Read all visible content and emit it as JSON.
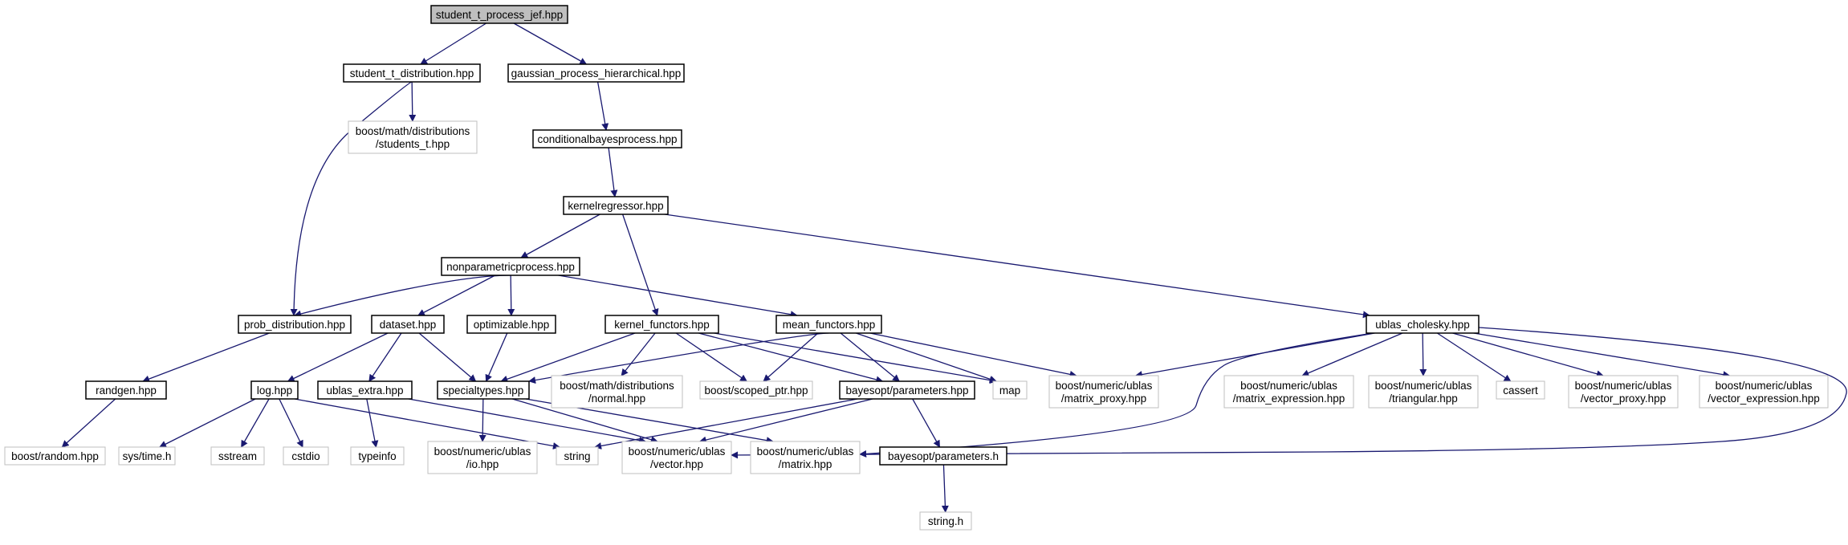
{
  "graph": {
    "nodes": [
      {
        "id": "n_root",
        "lines": [
          "student_t_process_jef.hpp"
        ],
        "kind": "root"
      },
      {
        "id": "n_stdist",
        "lines": [
          "student_t_distribution.hpp"
        ],
        "kind": "solid"
      },
      {
        "id": "n_gph",
        "lines": [
          "gaussian_process_hierarchical.hpp"
        ],
        "kind": "solid"
      },
      {
        "id": "n_bmstu",
        "lines": [
          "boost/math/distributions",
          "/students_t.hpp"
        ],
        "kind": "ext"
      },
      {
        "id": "n_cond",
        "lines": [
          "conditionalbayesprocess.hpp"
        ],
        "kind": "solid"
      },
      {
        "id": "n_kreg",
        "lines": [
          "kernelregressor.hpp"
        ],
        "kind": "solid"
      },
      {
        "id": "n_nonp",
        "lines": [
          "nonparametricprocess.hpp"
        ],
        "kind": "solid"
      },
      {
        "id": "n_prob",
        "lines": [
          "prob_distribution.hpp"
        ],
        "kind": "solid"
      },
      {
        "id": "n_dataset",
        "lines": [
          "dataset.hpp"
        ],
        "kind": "solid"
      },
      {
        "id": "n_optim",
        "lines": [
          "optimizable.hpp"
        ],
        "kind": "solid"
      },
      {
        "id": "n_kfun",
        "lines": [
          "kernel_functors.hpp"
        ],
        "kind": "solid"
      },
      {
        "id": "n_mfun",
        "lines": [
          "mean_functors.hpp"
        ],
        "kind": "solid"
      },
      {
        "id": "n_uchol",
        "lines": [
          "ublas_cholesky.hpp"
        ],
        "kind": "solid"
      },
      {
        "id": "n_randgen",
        "lines": [
          "randgen.hpp"
        ],
        "kind": "solid"
      },
      {
        "id": "n_log",
        "lines": [
          "log.hpp"
        ],
        "kind": "solid"
      },
      {
        "id": "n_uextra",
        "lines": [
          "ublas_extra.hpp"
        ],
        "kind": "solid"
      },
      {
        "id": "n_spec",
        "lines": [
          "specialtypes.hpp"
        ],
        "kind": "solid"
      },
      {
        "id": "n_bmnorm",
        "lines": [
          "boost/math/distributions",
          "/normal.hpp"
        ],
        "kind": "ext"
      },
      {
        "id": "n_bscoped",
        "lines": [
          "boost/scoped_ptr.hpp"
        ],
        "kind": "ext"
      },
      {
        "id": "n_bparams",
        "lines": [
          "bayesopt/parameters.hpp"
        ],
        "kind": "solid"
      },
      {
        "id": "n_map",
        "lines": [
          "map"
        ],
        "kind": "ext"
      },
      {
        "id": "n_bmatprox",
        "lines": [
          "boost/numeric/ublas",
          "/matrix_proxy.hpp"
        ],
        "kind": "ext"
      },
      {
        "id": "n_bmatexpr",
        "lines": [
          "boost/numeric/ublas",
          "/matrix_expression.hpp"
        ],
        "kind": "ext"
      },
      {
        "id": "n_btri",
        "lines": [
          "boost/numeric/ublas",
          "/triangular.hpp"
        ],
        "kind": "ext"
      },
      {
        "id": "n_cassert",
        "lines": [
          "cassert"
        ],
        "kind": "ext"
      },
      {
        "id": "n_bvecprox",
        "lines": [
          "boost/numeric/ublas",
          "/vector_proxy.hpp"
        ],
        "kind": "ext"
      },
      {
        "id": "n_bvecexpr",
        "lines": [
          "boost/numeric/ublas",
          "/vector_expression.hpp"
        ],
        "kind": "ext"
      },
      {
        "id": "n_brandom",
        "lines": [
          "boost/random.hpp"
        ],
        "kind": "ext"
      },
      {
        "id": "n_systime",
        "lines": [
          "sys/time.h"
        ],
        "kind": "ext"
      },
      {
        "id": "n_sstream",
        "lines": [
          "sstream"
        ],
        "kind": "ext"
      },
      {
        "id": "n_cstdio",
        "lines": [
          "cstdio"
        ],
        "kind": "ext"
      },
      {
        "id": "n_typeinfo",
        "lines": [
          "typeinfo"
        ],
        "kind": "ext"
      },
      {
        "id": "n_bio",
        "lines": [
          "boost/numeric/ublas",
          "/io.hpp"
        ],
        "kind": "ext"
      },
      {
        "id": "n_string",
        "lines": [
          "string"
        ],
        "kind": "ext"
      },
      {
        "id": "n_bvec",
        "lines": [
          "boost/numeric/ublas",
          "/vector.hpp"
        ],
        "kind": "ext"
      },
      {
        "id": "n_bmat",
        "lines": [
          "boost/numeric/ublas",
          "/matrix.hpp"
        ],
        "kind": "ext"
      },
      {
        "id": "n_bparamsh",
        "lines": [
          "bayesopt/parameters.h"
        ],
        "kind": "solid"
      },
      {
        "id": "n_stringh",
        "lines": [
          "string.h"
        ],
        "kind": "ext"
      }
    ],
    "edges": [
      [
        "n_root",
        "n_stdist"
      ],
      [
        "n_root",
        "n_gph"
      ],
      [
        "n_stdist",
        "n_bmstu"
      ],
      [
        "n_stdist",
        "n_prob"
      ],
      [
        "n_gph",
        "n_cond"
      ],
      [
        "n_cond",
        "n_kreg"
      ],
      [
        "n_kreg",
        "n_nonp"
      ],
      [
        "n_kreg",
        "n_kfun"
      ],
      [
        "n_kreg",
        "n_uchol"
      ],
      [
        "n_nonp",
        "n_prob"
      ],
      [
        "n_nonp",
        "n_dataset"
      ],
      [
        "n_nonp",
        "n_optim"
      ],
      [
        "n_nonp",
        "n_mfun"
      ],
      [
        "n_prob",
        "n_randgen"
      ],
      [
        "n_randgen",
        "n_brandom"
      ],
      [
        "n_dataset",
        "n_log"
      ],
      [
        "n_dataset",
        "n_uextra"
      ],
      [
        "n_dataset",
        "n_spec"
      ],
      [
        "n_optim",
        "n_spec"
      ],
      [
        "n_kfun",
        "n_spec"
      ],
      [
        "n_kfun",
        "n_bmnorm"
      ],
      [
        "n_kfun",
        "n_bscoped"
      ],
      [
        "n_kfun",
        "n_bparams"
      ],
      [
        "n_kfun",
        "n_map"
      ],
      [
        "n_mfun",
        "n_spec"
      ],
      [
        "n_mfun",
        "n_bscoped"
      ],
      [
        "n_mfun",
        "n_bparams"
      ],
      [
        "n_mfun",
        "n_map"
      ],
      [
        "n_mfun",
        "n_bmatprox"
      ],
      [
        "n_uchol",
        "n_bmatprox"
      ],
      [
        "n_uchol",
        "n_bmatexpr"
      ],
      [
        "n_uchol",
        "n_btri"
      ],
      [
        "n_uchol",
        "n_cassert"
      ],
      [
        "n_uchol",
        "n_bvecprox"
      ],
      [
        "n_uchol",
        "n_bvecexpr"
      ],
      [
        "n_uchol",
        "n_bvec"
      ],
      [
        "n_uchol",
        "n_bmat"
      ],
      [
        "n_log",
        "n_systime"
      ],
      [
        "n_log",
        "n_sstream"
      ],
      [
        "n_log",
        "n_cstdio"
      ],
      [
        "n_log",
        "n_string"
      ],
      [
        "n_uextra",
        "n_typeinfo"
      ],
      [
        "n_uextra",
        "n_bvec"
      ],
      [
        "n_spec",
        "n_bio"
      ],
      [
        "n_spec",
        "n_bvec"
      ],
      [
        "n_spec",
        "n_bmat"
      ],
      [
        "n_bparams",
        "n_string"
      ],
      [
        "n_bparams",
        "n_bvec"
      ],
      [
        "n_bparams",
        "n_bparamsh"
      ],
      [
        "n_bparamsh",
        "n_stringh"
      ]
    ]
  },
  "colors": {
    "edge": "#191970",
    "root_fill": "#bfbfbf",
    "solid_border": "#000000",
    "ext_border": "#bfbfbf"
  }
}
